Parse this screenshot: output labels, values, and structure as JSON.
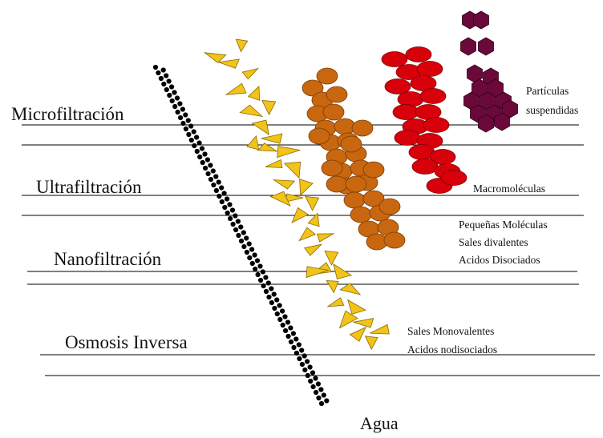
{
  "processes": {
    "microfiltration": "Microfiltración",
    "ultrafiltration": "Ultrafiltración",
    "nanofiltration": "Nanofiltración",
    "reverse_osmosis": "Osmosis Inversa"
  },
  "species": {
    "suspended_1": "Partículas",
    "suspended_2": "suspendidas",
    "macromolecules": "Macromoléculas",
    "small_1": "Pequeñas Moléculas",
    "small_2": "Sales divalentes",
    "small_3": "Acidos Disociados",
    "mono_1": "Sales Monovalentes",
    "mono_2": "Acidos nodisociados",
    "water": "Agua"
  },
  "colors": {
    "water_dots": "#000000",
    "monovalent_triangles": "#f2c318",
    "small_molecules_ellipses": "#c8670f",
    "macromolecules_ellipses": "#d8000a",
    "suspended_hexagons": "#6b0a3a"
  }
}
